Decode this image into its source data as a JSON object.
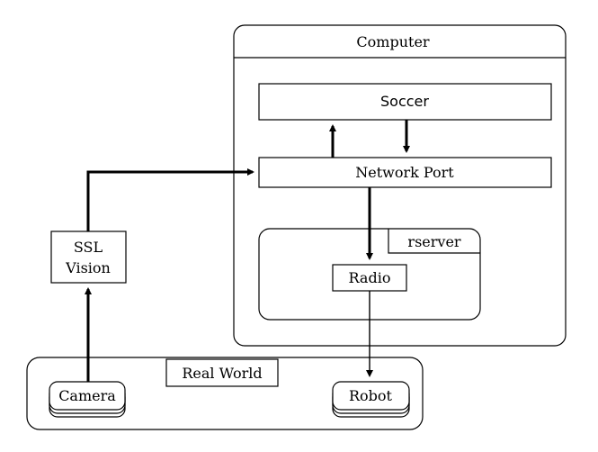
{
  "computer": {
    "label": "Computer"
  },
  "soccer": {
    "label": "Soccer"
  },
  "network_port": {
    "label": "Network Port"
  },
  "rserver": {
    "label": "rserver"
  },
  "radio": {
    "label": "Radio"
  },
  "ssl_vision": {
    "line1": "SSL",
    "line2": "Vision"
  },
  "real_world": {
    "label": "Real World"
  },
  "camera": {
    "label": "Camera"
  },
  "robot": {
    "label": "Robot"
  }
}
